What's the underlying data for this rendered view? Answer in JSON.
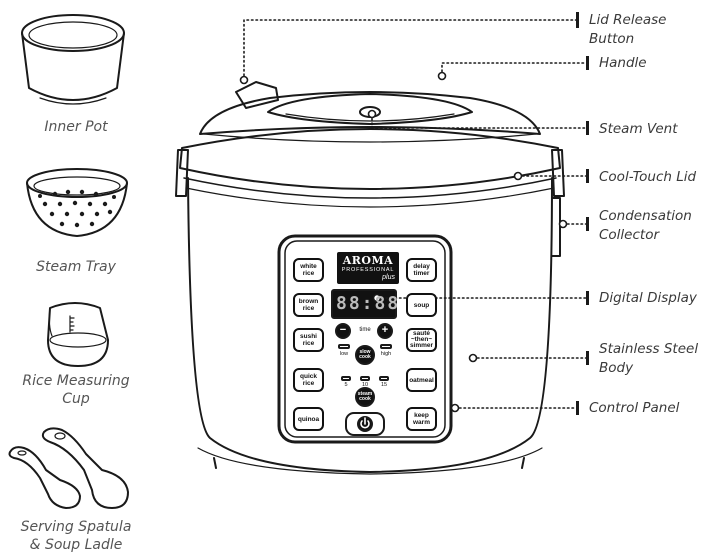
{
  "accessories": [
    {
      "id": "inner-pot",
      "label": "Inner Pot"
    },
    {
      "id": "steam-tray",
      "label": "Steam Tray"
    },
    {
      "id": "rice-measuring-cup",
      "label": "Rice Measuring\nCup"
    },
    {
      "id": "spatula-ladle",
      "label": "Serving Spatula\n& Soup Ladle"
    }
  ],
  "callouts": [
    {
      "id": "lid-release",
      "label": "Lid Release\nButton"
    },
    {
      "id": "handle",
      "label": "Handle"
    },
    {
      "id": "steam-vent",
      "label": "Steam Vent"
    },
    {
      "id": "cool-touch-lid",
      "label": "Cool-Touch Lid"
    },
    {
      "id": "condensation",
      "label": "Condensation\nCollector"
    },
    {
      "id": "digital-display",
      "label": "Digital Display"
    },
    {
      "id": "stainless-body",
      "label": "Stainless Steel\nBody"
    },
    {
      "id": "control-panel",
      "label": "Control Panel"
    }
  ],
  "panel": {
    "brand": "AROMA",
    "brand_sub": "PROFESSIONAL",
    "brand_plus": "plus",
    "display": "88:88",
    "left_buttons": [
      "white\nrice",
      "brown\nrice",
      "sushi\nrice",
      "quick\nrice",
      "quinoa"
    ],
    "right_buttons": [
      "delay\ntimer",
      "soup",
      "sauté\n~then~\nsimmer",
      "oatmeal",
      "keep\nwarm"
    ],
    "time_label": "time",
    "minus": "−",
    "plus": "+",
    "slow_low": "low",
    "slow_high": "high",
    "slow_cook": "slow\ncook",
    "steam_times": [
      "5",
      "10",
      "15"
    ],
    "steam_cook": "steam\ncook"
  }
}
